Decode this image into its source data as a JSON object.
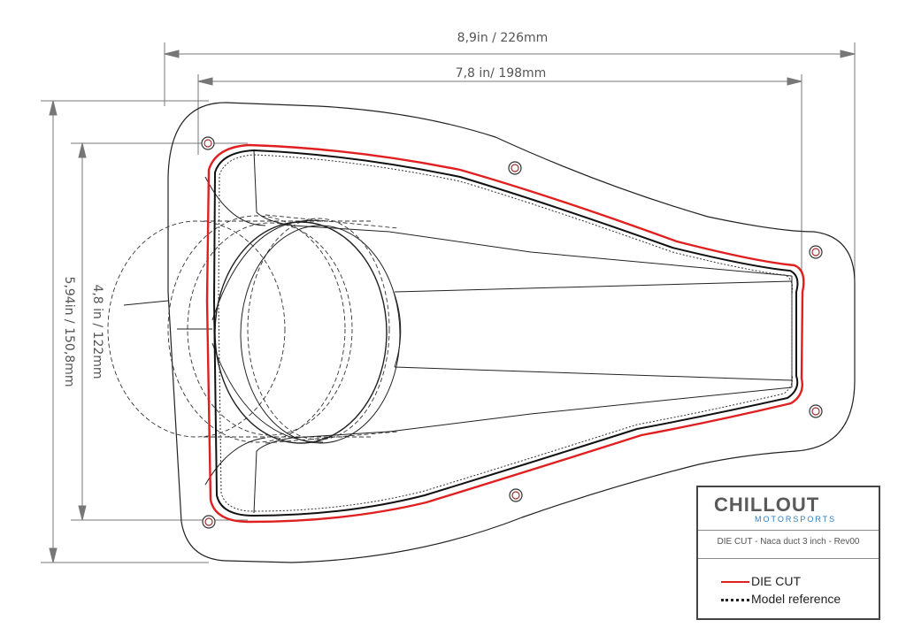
{
  "dimensions": {
    "overall_width": "8,9in / 226mm",
    "inner_width": "7,8 in/ 198mm",
    "overall_height": "5,94in / 150,8mm",
    "inner_height": "4,8 in / 122mm"
  },
  "title_block": {
    "brand": "CHILLOUT",
    "brand_sub": "MOTORSPORTS",
    "description": "DIE CUT - Naca duct 3 inch - Rev00",
    "accent_color": "#2a7fc1"
  },
  "legend": [
    {
      "label": "DIE CUT",
      "style": "solid",
      "color": "#e02020"
    },
    {
      "label": "Model reference",
      "style": "dotted",
      "color": "#222222"
    }
  ],
  "colors": {
    "die_cut": "#e02020",
    "outline": "#222222",
    "dimension": "#777777"
  }
}
